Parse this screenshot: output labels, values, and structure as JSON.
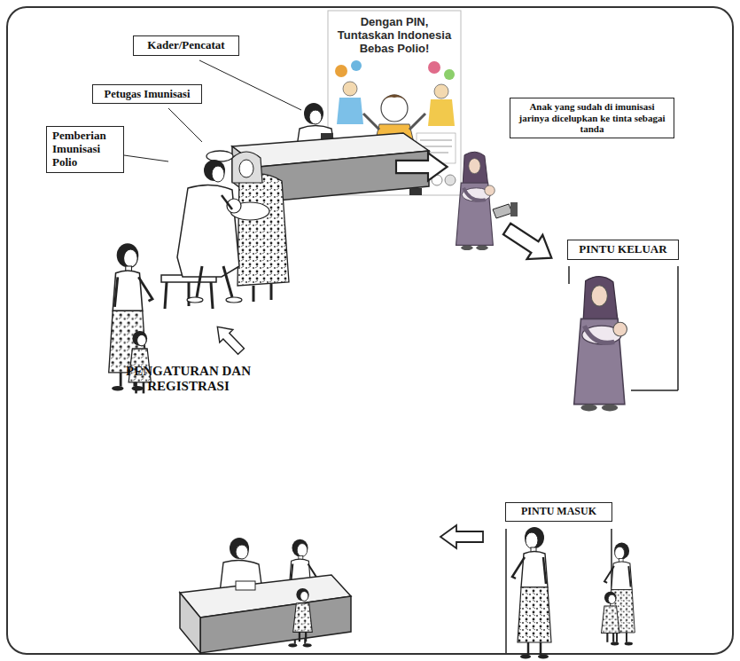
{
  "diagram": {
    "nodes": [
      {
        "text": [
          "Kader/Pencatat"
        ]
      },
      {
        "text": [
          "Petugas Imunisasi"
        ]
      },
      {
        "text": [
          "Pemberian Imunisasi Polio"
        ]
      },
      {
        "text": [
          "Anak yang sudah di imunisasi jarinya dicelupkan ke tinta sebagai tanda"
        ]
      },
      {
        "text": [
          "PINTU KELUAR"
        ]
      },
      {
        "text": [
          "PINTU MASUK"
        ]
      }
    ],
    "labels": [
      "Dengan PIN, Tuntaskan Indonesia Bebas Polio!",
      "PENGATURAN DAN REGISTRASI"
    ]
  }
}
